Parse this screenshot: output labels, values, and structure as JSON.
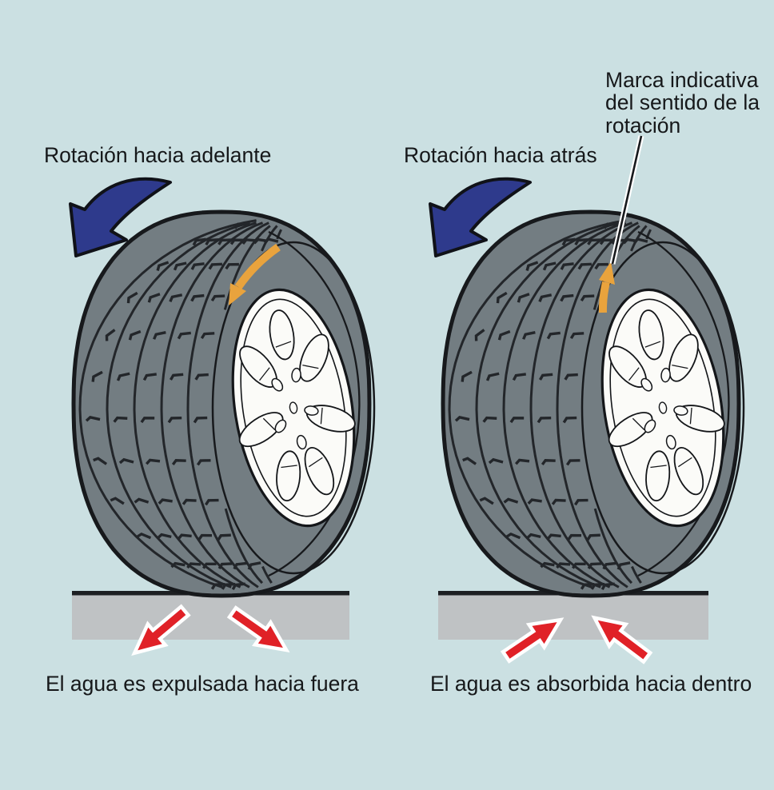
{
  "colors": {
    "background": "#cbe0e2",
    "tire_body": "#737d82",
    "tread_lines": "#23262a",
    "outline": "#17191c",
    "rim_white": "#fbfbf8",
    "ground": "#bfc2c4",
    "ground_edge": "#1d1f22",
    "direction_arrow_blue": "#2e3a8c",
    "rotation_mark_orange": "#e9a33d",
    "water_arrow_red": "#e02127",
    "text": "#16181a"
  },
  "left_figure": {
    "title": "Rotación hacia adelante",
    "caption": "El agua es expulsada hacia fuera",
    "rotation_mark_direction": "down-forward",
    "water_arrows": "outward"
  },
  "right_figure": {
    "title": "Rotación hacia atrás",
    "caption": "El agua es absorbida hacia dentro",
    "annotation": "Marca indicativa\ndel sentido de la\nrotación",
    "rotation_mark_direction": "up-reversed",
    "water_arrows": "inward"
  }
}
